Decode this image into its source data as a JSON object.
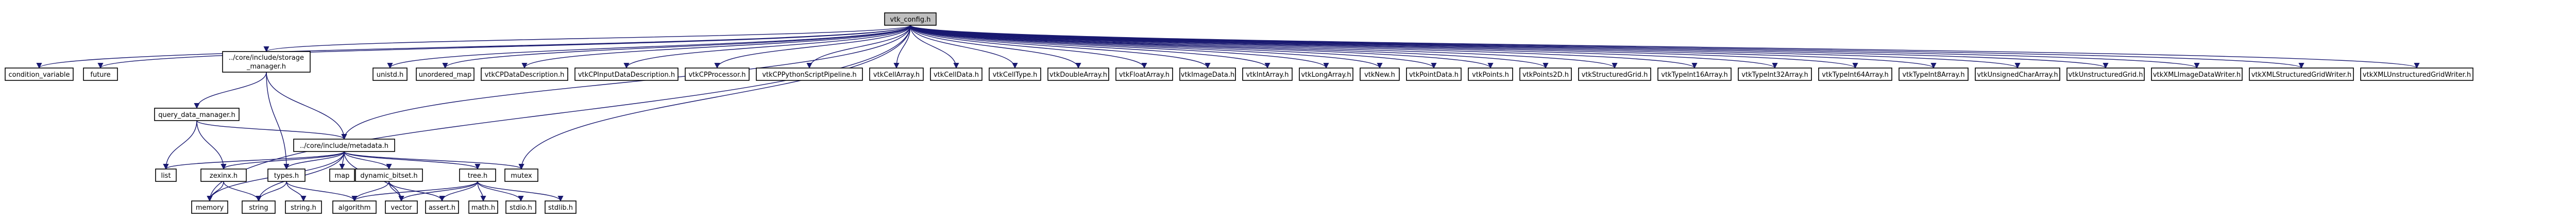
{
  "colors": {
    "edge": "#191970",
    "node_fill": "#ffffff",
    "root_fill": "#bfbfbf",
    "node_border": "#000000",
    "red_border": "#ff0000"
  },
  "nodes": [
    {
      "id": "root",
      "label": "vtk_config.h"
    },
    {
      "id": "condvar",
      "label": "condition_variable"
    },
    {
      "id": "future",
      "label": "future"
    },
    {
      "id": "storage",
      "label": "../core/include/storage",
      "label2": "_manager.h"
    },
    {
      "id": "unistd",
      "label": "unistd.h"
    },
    {
      "id": "unordered_map",
      "label": "unordered_map"
    },
    {
      "id": "vtkCPDataDescription",
      "label": "vtkCPDataDescription.h"
    },
    {
      "id": "vtkCPInputDataDescription",
      "label": "vtkCPInputDataDescription.h"
    },
    {
      "id": "vtkCPProcessor",
      "label": "vtkCPProcessor.h"
    },
    {
      "id": "vtkCPPythonScriptPipeline",
      "label": "vtkCPPythonScriptPipeline.h"
    },
    {
      "id": "vtkCellArray",
      "label": "vtkCellArray.h"
    },
    {
      "id": "vtkCellData",
      "label": "vtkCellData.h"
    },
    {
      "id": "vtkCellType",
      "label": "vtkCellType.h"
    },
    {
      "id": "vtkDoubleArray",
      "label": "vtkDoubleArray.h"
    },
    {
      "id": "vtkFloatArray",
      "label": "vtkFloatArray.h"
    },
    {
      "id": "vtkImageData",
      "label": "vtkImageData.h"
    },
    {
      "id": "vtkIntArray",
      "label": "vtkIntArray.h"
    },
    {
      "id": "vtkLongArray",
      "label": "vtkLongArray.h"
    },
    {
      "id": "vtkNew",
      "label": "vtkNew.h"
    },
    {
      "id": "vtkPointData",
      "label": "vtkPointData.h"
    },
    {
      "id": "vtkPoints",
      "label": "vtkPoints.h"
    },
    {
      "id": "vtkPoints2D",
      "label": "vtkPoints2D.h"
    },
    {
      "id": "vtkStructuredGrid",
      "label": "vtkStructuredGrid.h"
    },
    {
      "id": "vtkTypeInt16Array",
      "label": "vtkTypeInt16Array.h"
    },
    {
      "id": "vtkTypeInt32Array",
      "label": "vtkTypeInt32Array.h"
    },
    {
      "id": "vtkTypeInt64Array",
      "label": "vtkTypeInt64Array.h"
    },
    {
      "id": "vtkTypeInt8Array",
      "label": "vtkTypeInt8Array.h"
    },
    {
      "id": "vtkUnsignedCharArray",
      "label": "vtkUnsignedCharArray.h"
    },
    {
      "id": "vtkUnstructuredGrid",
      "label": "vtkUnstructuredGrid.h"
    },
    {
      "id": "vtkXMLImageDataWriter",
      "label": "vtkXMLImageDataWriter.h"
    },
    {
      "id": "vtkXMLStructuredGridWriter",
      "label": "vtkXMLStructuredGridWriter.h"
    },
    {
      "id": "vtkXMLUnstructuredGridWriter",
      "label": "vtkXMLUnstructuredGridWriter.h"
    },
    {
      "id": "query",
      "label": "query_data_manager.h"
    },
    {
      "id": "metadata",
      "label": "../core/include/metadata.h"
    },
    {
      "id": "list",
      "label": "list"
    },
    {
      "id": "zexinx",
      "label": "zexinx.h",
      "red": true
    },
    {
      "id": "types",
      "label": "types.h",
      "red": true
    },
    {
      "id": "map",
      "label": "map"
    },
    {
      "id": "dynbitset",
      "label": "dynamic_bitset.h",
      "red": true
    },
    {
      "id": "tree",
      "label": "tree.h"
    },
    {
      "id": "mutex",
      "label": "mutex"
    },
    {
      "id": "memory",
      "label": "memory"
    },
    {
      "id": "string",
      "label": "string"
    },
    {
      "id": "stringh",
      "label": "string.h"
    },
    {
      "id": "algorithm",
      "label": "algorithm"
    },
    {
      "id": "vector",
      "label": "vector"
    },
    {
      "id": "assert",
      "label": "assert.h"
    },
    {
      "id": "math",
      "label": "math.h"
    },
    {
      "id": "stdio",
      "label": "stdio.h"
    },
    {
      "id": "stdlib",
      "label": "stdlib.h"
    }
  ],
  "edges": [
    [
      "root",
      "condvar"
    ],
    [
      "root",
      "future"
    ],
    [
      "root",
      "storage"
    ],
    [
      "root",
      "unistd"
    ],
    [
      "root",
      "unordered_map"
    ],
    [
      "root",
      "vtkCPDataDescription"
    ],
    [
      "root",
      "vtkCPInputDataDescription"
    ],
    [
      "root",
      "vtkCPProcessor"
    ],
    [
      "root",
      "vtkCPPythonScriptPipeline"
    ],
    [
      "root",
      "vtkCellArray"
    ],
    [
      "root",
      "vtkCellData"
    ],
    [
      "root",
      "vtkCellType"
    ],
    [
      "root",
      "vtkDoubleArray"
    ],
    [
      "root",
      "vtkFloatArray"
    ],
    [
      "root",
      "vtkImageData"
    ],
    [
      "root",
      "vtkIntArray"
    ],
    [
      "root",
      "vtkLongArray"
    ],
    [
      "root",
      "vtkNew"
    ],
    [
      "root",
      "vtkPointData"
    ],
    [
      "root",
      "vtkPoints"
    ],
    [
      "root",
      "vtkPoints2D"
    ],
    [
      "root",
      "vtkStructuredGrid"
    ],
    [
      "root",
      "vtkTypeInt16Array"
    ],
    [
      "root",
      "vtkTypeInt32Array"
    ],
    [
      "root",
      "vtkTypeInt64Array"
    ],
    [
      "root",
      "vtkTypeInt8Array"
    ],
    [
      "root",
      "vtkUnsignedCharArray"
    ],
    [
      "root",
      "vtkUnstructuredGrid"
    ],
    [
      "root",
      "vtkXMLImageDataWriter"
    ],
    [
      "root",
      "vtkXMLStructuredGridWriter"
    ],
    [
      "root",
      "vtkXMLUnstructuredGridWriter"
    ],
    [
      "root",
      "memory"
    ],
    [
      "root",
      "metadata"
    ],
    [
      "root",
      "mutex"
    ],
    [
      "storage",
      "query"
    ],
    [
      "storage",
      "metadata"
    ],
    [
      "storage",
      "types"
    ],
    [
      "query",
      "metadata"
    ],
    [
      "query",
      "list"
    ],
    [
      "query",
      "zexinx"
    ],
    [
      "metadata",
      "list"
    ],
    [
      "metadata",
      "zexinx"
    ],
    [
      "metadata",
      "types"
    ],
    [
      "metadata",
      "map"
    ],
    [
      "metadata",
      "dynbitset"
    ],
    [
      "metadata",
      "tree"
    ],
    [
      "metadata",
      "mutex"
    ],
    [
      "metadata",
      "memory"
    ],
    [
      "metadata",
      "string"
    ],
    [
      "metadata",
      "vector"
    ],
    [
      "zexinx",
      "memory"
    ],
    [
      "zexinx",
      "string"
    ],
    [
      "types",
      "string"
    ],
    [
      "types",
      "stringh"
    ],
    [
      "types",
      "algorithm"
    ],
    [
      "dynbitset",
      "algorithm"
    ],
    [
      "dynbitset",
      "vector"
    ],
    [
      "dynbitset",
      "assert"
    ],
    [
      "tree",
      "algorithm"
    ],
    [
      "tree",
      "vector"
    ],
    [
      "tree",
      "assert"
    ],
    [
      "tree",
      "math"
    ],
    [
      "tree",
      "stdio"
    ],
    [
      "tree",
      "stdlib"
    ]
  ]
}
